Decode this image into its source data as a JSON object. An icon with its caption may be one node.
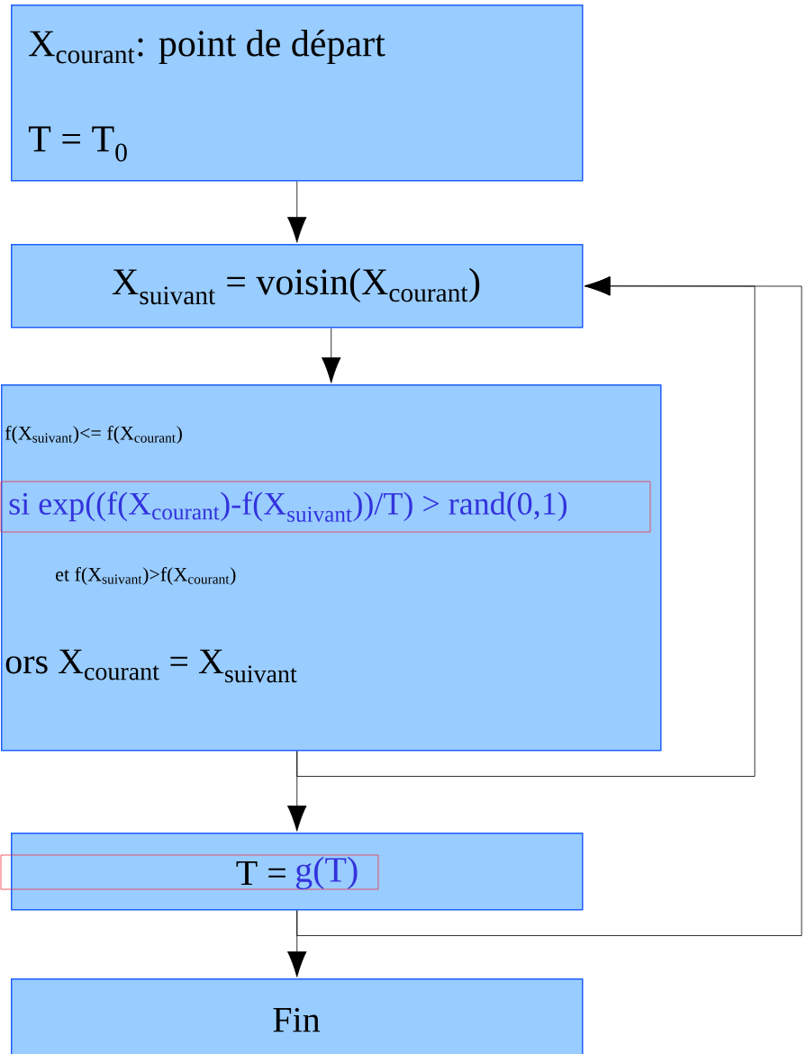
{
  "diagram": {
    "nodes": [
      {
        "text": [
          "X$_{courant}$: point de départ",
          "T = T$_{0}$"
        ]
      },
      {
        "text": [
          "X$_{suivant}$ = voisin(X$_{courant}$)"
        ]
      },
      {
        "text": [
          "f(X$_{suivant}$)<= f(X$_{courant}$)",
          "si exp((f(X$_{courant}$)-f(X$_{suivant}$))/T) > rand(0,1)",
          "et f(X$_{suivant}$)>f(X$_{courant}$)",
          "ors X$_{courant}$ = X$_{suivant}$"
        ]
      },
      {
        "text": [
          "T =",
          "g(T)"
        ]
      },
      {
        "text": [
          "Fin"
        ]
      }
    ],
    "edges": [
      {
        "from": 0,
        "to": 1,
        "arrow": "to"
      },
      {
        "from": 1,
        "to": 2,
        "arrow": "to"
      },
      {
        "from": 2,
        "to": 3,
        "arrow": "to"
      },
      {
        "from": 2,
        "to": 1,
        "arrow": "to"
      },
      {
        "from": 3,
        "to": 4,
        "arrow": "to"
      },
      {
        "from": 3,
        "to": 1,
        "arrow": "to"
      }
    ]
  }
}
